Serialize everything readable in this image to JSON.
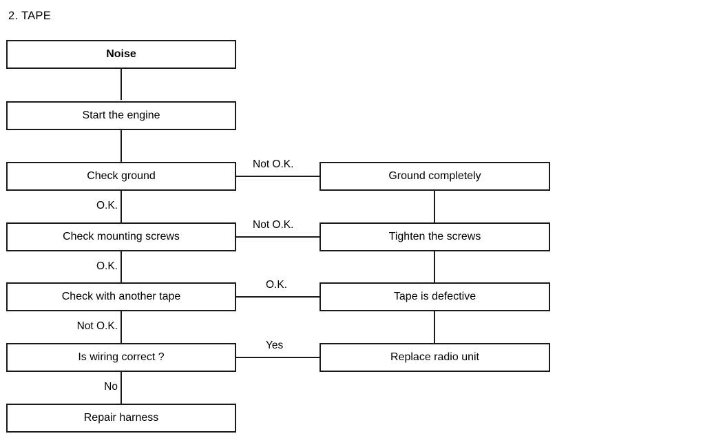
{
  "page": {
    "title": "2. TAPE",
    "background_color": "#ffffff",
    "line_color": "#1a1a1a",
    "text_color": "#000000"
  },
  "flowchart": {
    "type": "troubleshooting-flowchart",
    "left_column": [
      {
        "id": "noise",
        "label": "Noise",
        "bold": true
      },
      {
        "id": "start-the-engine",
        "label": "Start the engine",
        "bold": false
      },
      {
        "id": "check-ground",
        "label": "Check ground",
        "bold": false
      },
      {
        "id": "check-mounting-screws",
        "label": "Check mounting screws",
        "bold": false
      },
      {
        "id": "check-with-another-tape",
        "label": "Check with another tape",
        "bold": false
      },
      {
        "id": "is-wiring-correct",
        "label": "Is wiring correct ?",
        "bold": false
      },
      {
        "id": "repair-harness",
        "label": "Repair harness",
        "bold": false
      }
    ],
    "right_column": [
      {
        "id": "ground-completely",
        "label": "Ground completely"
      },
      {
        "id": "tighten-the-screws",
        "label": "Tighten the screws"
      },
      {
        "id": "tape-is-defective",
        "label": "Tape is defective"
      },
      {
        "id": "replace-radio-unit",
        "label": "Replace radio unit"
      }
    ],
    "branch_labels": {
      "ground_right": "Not O.K.",
      "ground_down": "O.K.",
      "screws_right": "Not O.K.",
      "screws_down": "O.K.",
      "tape_right": "O.K.",
      "tape_down": "Not O.K.",
      "wiring_right": "Yes",
      "wiring_down": "No"
    }
  }
}
